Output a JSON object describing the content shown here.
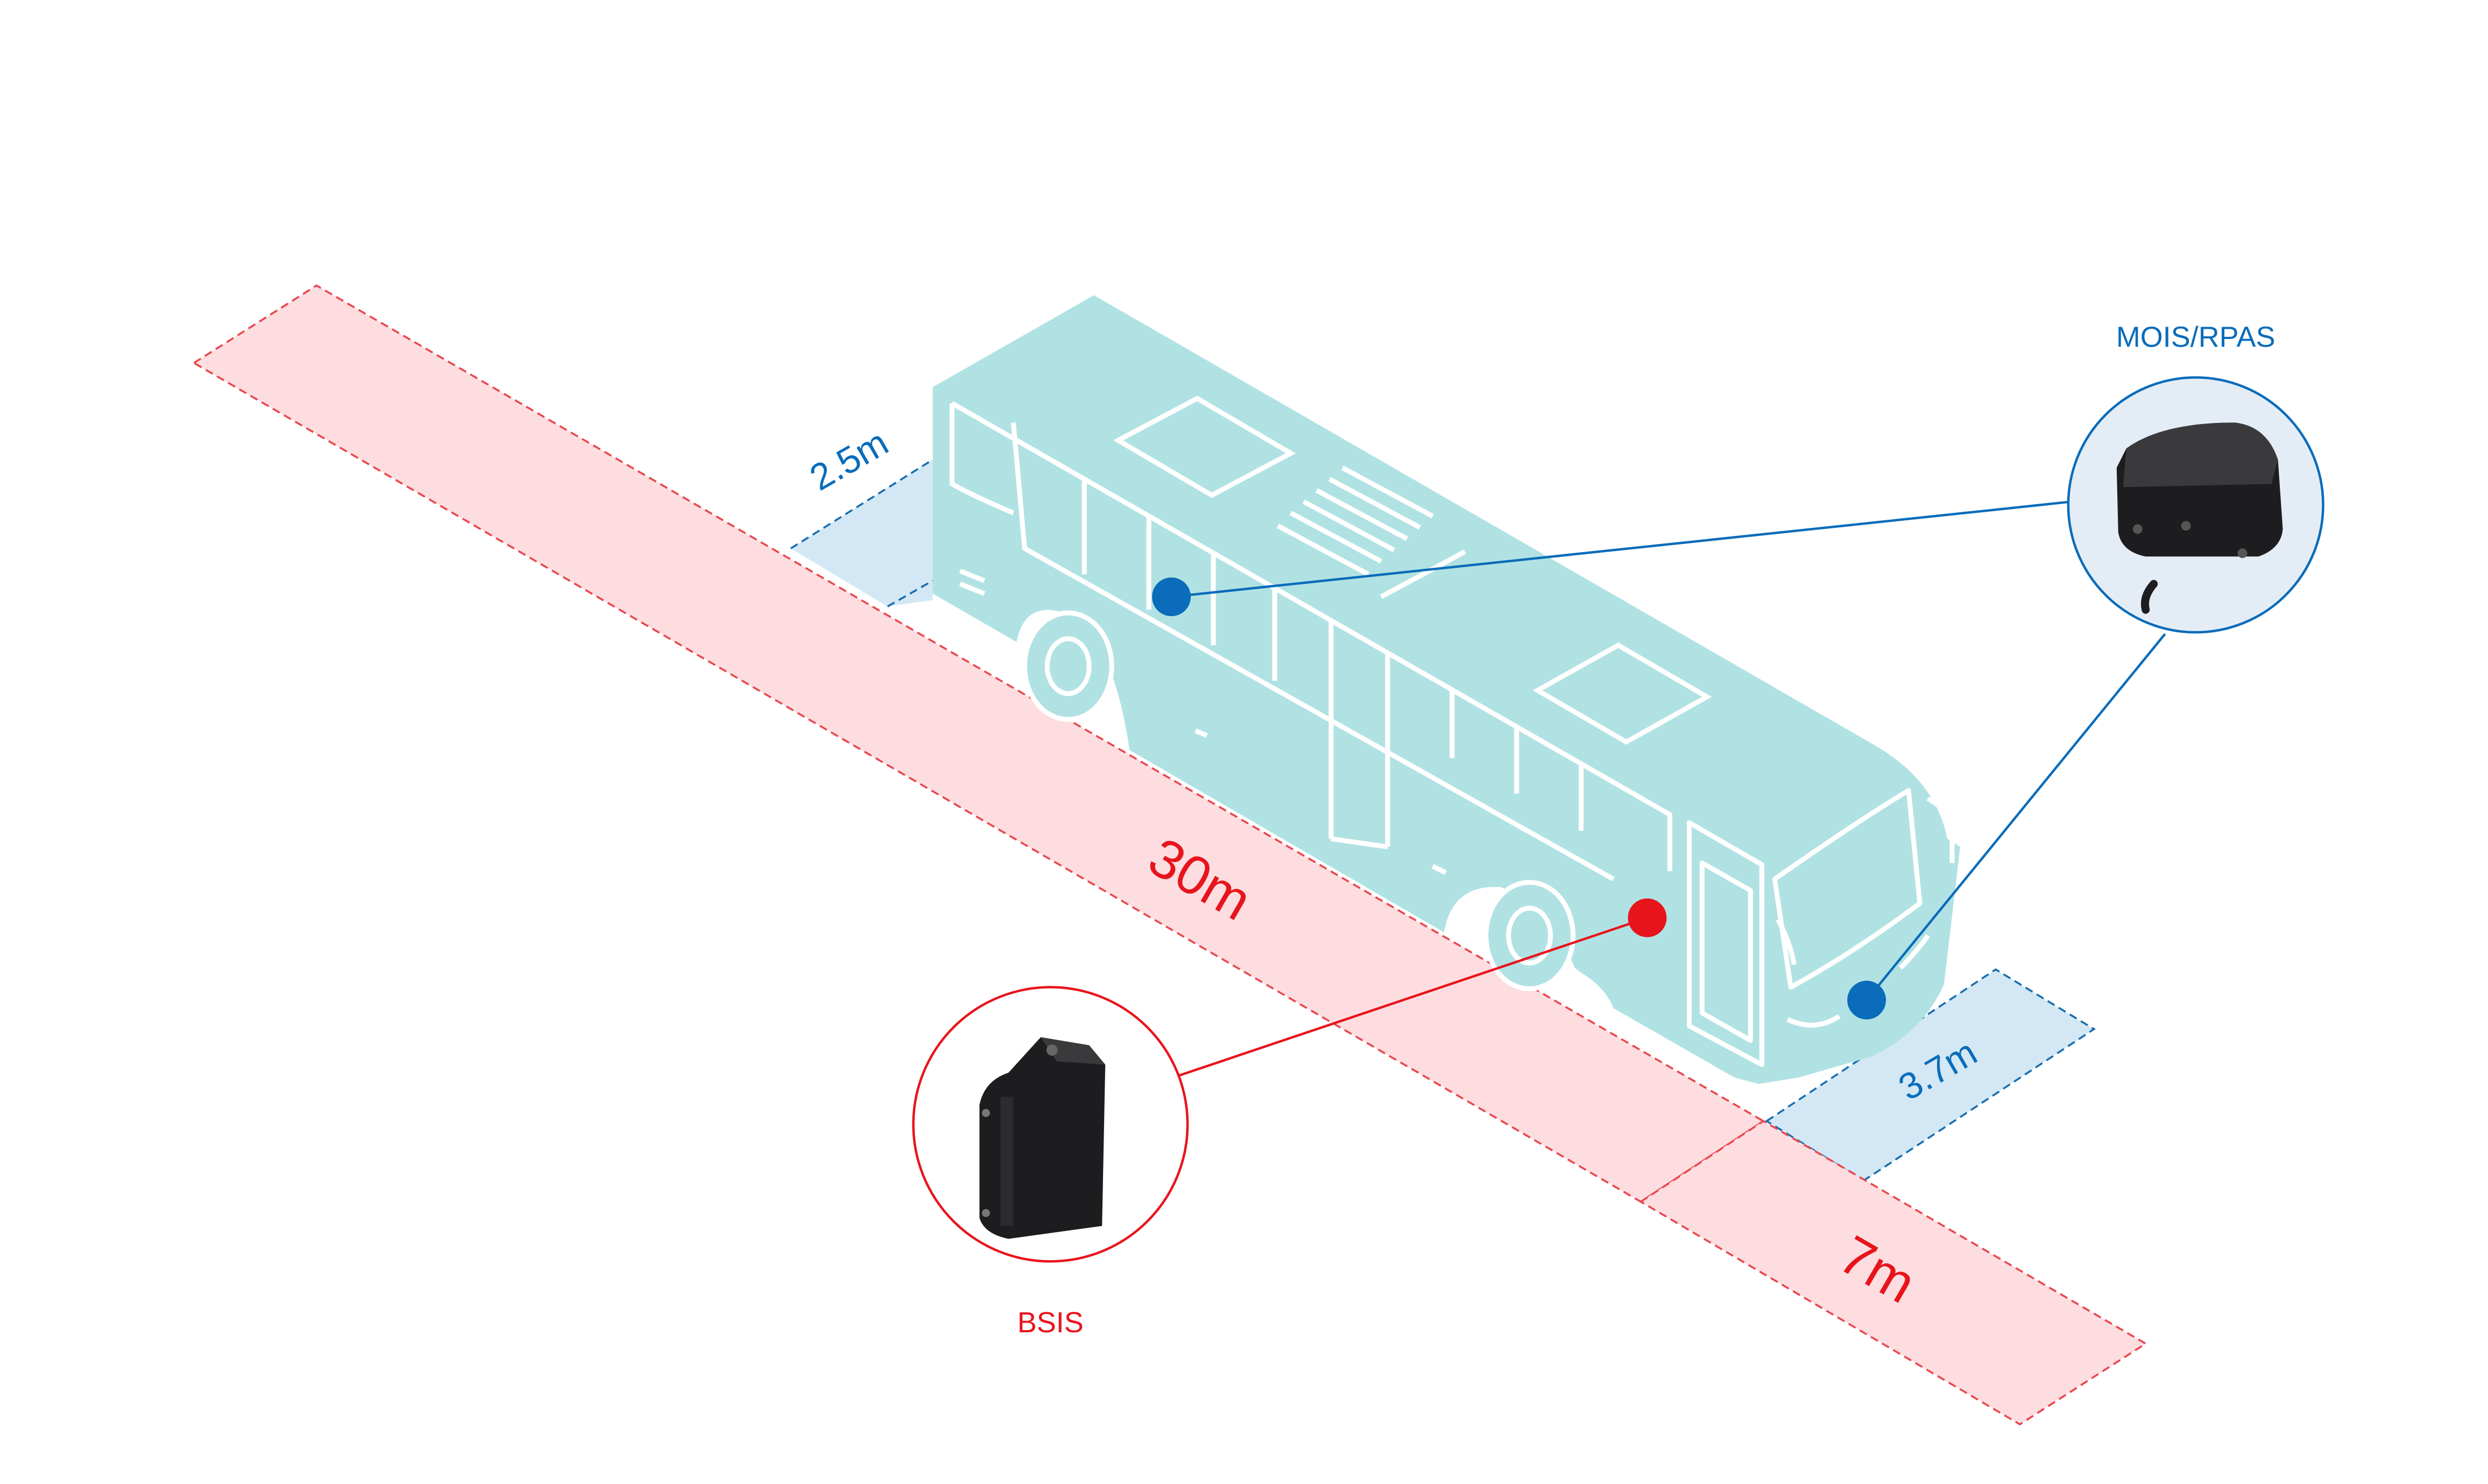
{
  "colors": {
    "red_zone_fill": "#fddde0",
    "red_zone_stroke": "#e8484f",
    "blue_zone_fill": "#d3e8f4",
    "blue_zone_stroke": "#1a6fb0",
    "bus_fill": "#b1e2e3",
    "bus_line": "#ffffff",
    "red_accent": "#e8141c",
    "blue_accent": "#0a6cba",
    "callout_bg": "#e4edf6",
    "callout_bg_red": "#ffffff",
    "device_dark": "#1d1d1f"
  },
  "zones": {
    "side_long": "30m",
    "side_front": "7m",
    "rear_width": "2.5m",
    "front_depth": "3.7m"
  },
  "sensors": {
    "mois_rpas": {
      "label": "MOIS/RPAS",
      "icon": "camera-sensor-icon"
    },
    "bsis": {
      "label": "BSIS",
      "icon": "radar-sensor-icon"
    }
  }
}
